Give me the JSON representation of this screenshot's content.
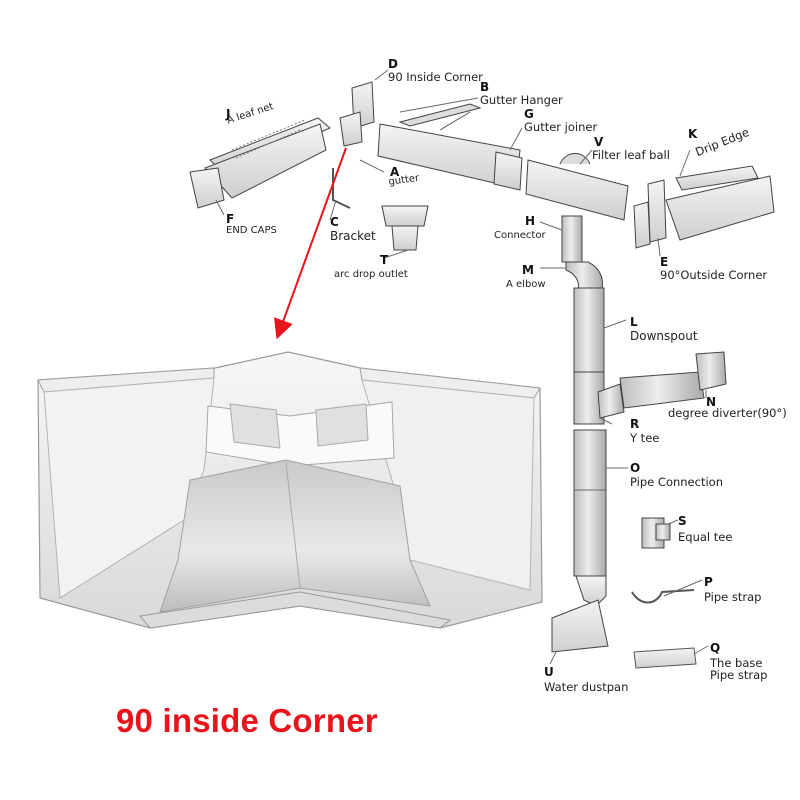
{
  "parts": [
    {
      "letter": "D",
      "name": "90 Inside Corner"
    },
    {
      "letter": "B",
      "name": "Gutter Hanger"
    },
    {
      "letter": "G",
      "name": "Gutter joiner"
    },
    {
      "letter": "J",
      "name": "A leaf net"
    },
    {
      "letter": "K",
      "name": "Drip Edge"
    },
    {
      "letter": "V",
      "name": "Filter leaf ball"
    },
    {
      "letter": "A",
      "name": "gutter"
    },
    {
      "letter": "F",
      "name": "END CAPS"
    },
    {
      "letter": "C",
      "name": "Bracket"
    },
    {
      "letter": "H",
      "name": "Connector"
    },
    {
      "letter": "E",
      "name": "90°Outside Corner"
    },
    {
      "letter": "T",
      "name": "arc drop outlet"
    },
    {
      "letter": "M",
      "name": "A elbow"
    },
    {
      "letter": "L",
      "name": "Downspout"
    },
    {
      "letter": "N",
      "name": "degree diverter(90°)"
    },
    {
      "letter": "R",
      "name": "Y tee"
    },
    {
      "letter": "O",
      "name": "Pipe Connection"
    },
    {
      "letter": "S",
      "name": "Equal tee"
    },
    {
      "letter": "P",
      "name": "Pipe strap"
    },
    {
      "letter": "Q",
      "name": "The base\nPipe strap"
    },
    {
      "letter": "U",
      "name": "Water dustpan"
    }
  ],
  "caption": "90 inside Corner",
  "colors": {
    "caption": "#e8141c",
    "arrow": "#e8141c",
    "line": "#555555",
    "part_fill": "#e6e6e6"
  }
}
